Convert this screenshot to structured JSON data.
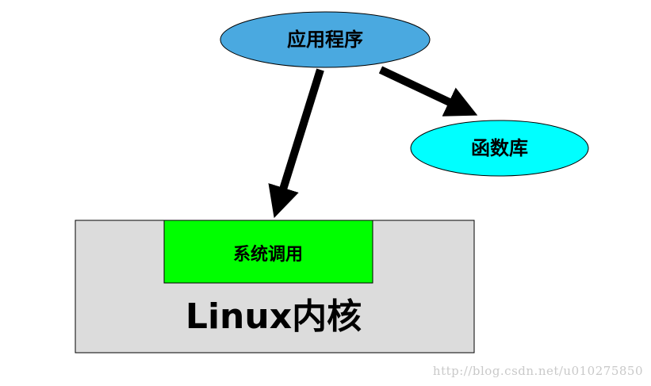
{
  "nodes": {
    "app": {
      "label": "应用程序",
      "fill": "#4aa9e0"
    },
    "library": {
      "label": "函数库",
      "fill": "#00ffff"
    },
    "syscall": {
      "label": "系统调用",
      "fill": "#00ff00"
    },
    "kernel": {
      "label": "Linux内核",
      "fill": "#dcdcdc"
    }
  },
  "edges": [
    {
      "from": "app",
      "to": "kernel-syscall"
    },
    {
      "from": "app",
      "to": "library"
    }
  ],
  "watermark": "http://blog.csdn.net/u010275850"
}
